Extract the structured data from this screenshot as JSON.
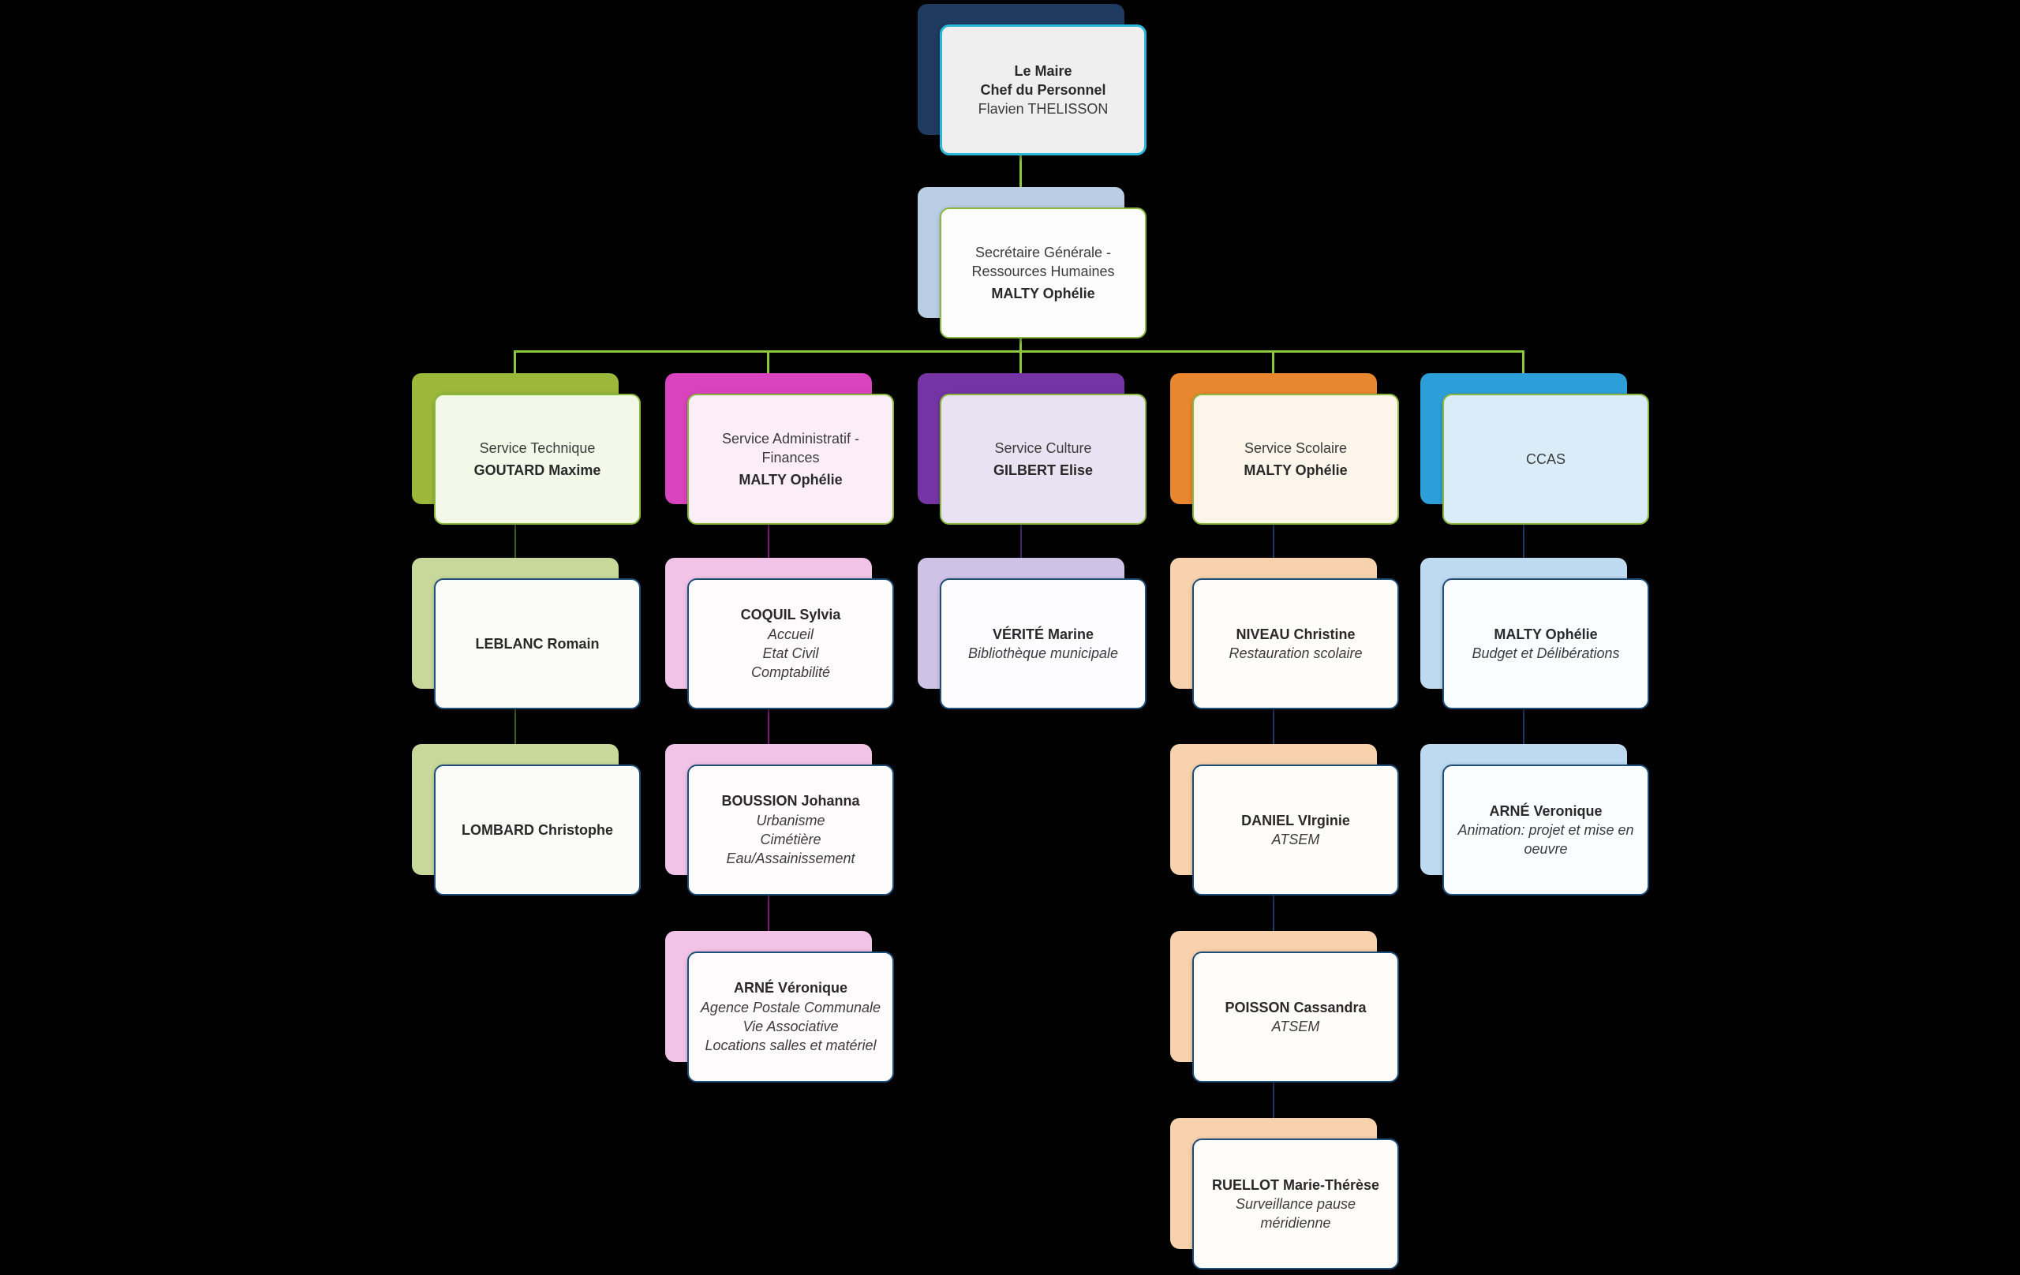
{
  "colors": {
    "background": "#000000",
    "connector-green": "#8dc63f",
    "connector-technique": "#3f5e20",
    "connector-admin": "#7c1b74",
    "connector-culture": "#3f2a66",
    "connector-navy": "#1f3864",
    "green-border": "#8ab83e",
    "staff-border": "#1f4e79",
    "maire-back": "#1f3a5f",
    "maire-front": "#efefef",
    "maire-border": "#29b8d8",
    "sg-back": "#b9cde4",
    "technique-back": "#9cb83b",
    "technique-front": "#f3f8e8",
    "admin-back": "#d943bd",
    "admin-front": "#fceef9",
    "culture-back": "#7434a4",
    "culture-front": "#e9e2f3",
    "scolaire-back": "#e8872f",
    "scolaire-front": "#fdf4ea",
    "ccas-back": "#2d9fd8",
    "ccas-front": "#d9ecf8",
    "technique-staff-back": "#c8d89a",
    "admin-staff-back": "#f1c3e6",
    "culture-staff-back": "#cfc2e6",
    "scolaire-staff-back": "#f7d2ad",
    "ccas-staff-back": "#bedaf0"
  },
  "nodes": {
    "maire": {
      "title": "Le Maire",
      "subtitle": "Chef du Personnel",
      "name": "Flavien THELISSON"
    },
    "sg": {
      "role": "Secrétaire Générale - Ressources Humaines",
      "name": "MALTY Ophélie"
    },
    "technique": {
      "role": "Service Technique",
      "name": "GOUTARD Maxime"
    },
    "admin": {
      "role": "Service Administratif - Finances",
      "name": "MALTY Ophélie"
    },
    "culture": {
      "role": "Service Culture",
      "name": "GILBERT Elise"
    },
    "scolaire": {
      "role": "Service Scolaire",
      "name": "MALTY Ophélie"
    },
    "ccas": {
      "role": "CCAS"
    },
    "leblanc": {
      "name": "LEBLANC Romain"
    },
    "lombard": {
      "name": "LOMBARD Christophe"
    },
    "coquil": {
      "name": "COQUIL Sylvia",
      "duties": [
        "Accueil",
        "Etat Civil",
        "Comptabilité"
      ]
    },
    "boussion": {
      "name": "BOUSSION Johanna",
      "duties": [
        "Urbanisme",
        "Cimétière",
        "Eau/Assainissement"
      ]
    },
    "arne_admin": {
      "name": "ARNÉ  Véronique",
      "duties": [
        "Agence Postale Communale",
        "Vie Associative",
        "Locations salles et matériel"
      ]
    },
    "verite": {
      "name": "VÉRITÉ Marine",
      "duties": [
        "Bibliothèque municipale"
      ]
    },
    "niveau": {
      "name": "NIVEAU Christine",
      "duties": [
        "Restauration scolaire"
      ]
    },
    "daniel": {
      "name": "DANIEL VIrginie",
      "duties": [
        "ATSEM"
      ]
    },
    "poisson": {
      "name": "POISSON Cassandra",
      "duties": [
        "ATSEM"
      ]
    },
    "ruellot": {
      "name": "RUELLOT Marie-Thérèse",
      "duties": [
        "Surveillance pause méridienne"
      ]
    },
    "malty_ccas": {
      "name": "MALTY Ophélie",
      "duties": [
        "Budget et Délibérations"
      ]
    },
    "arne_ccas": {
      "name": "ARNÉ Veronique",
      "duties": [
        "Animation: projet et mise en oeuvre"
      ]
    }
  }
}
